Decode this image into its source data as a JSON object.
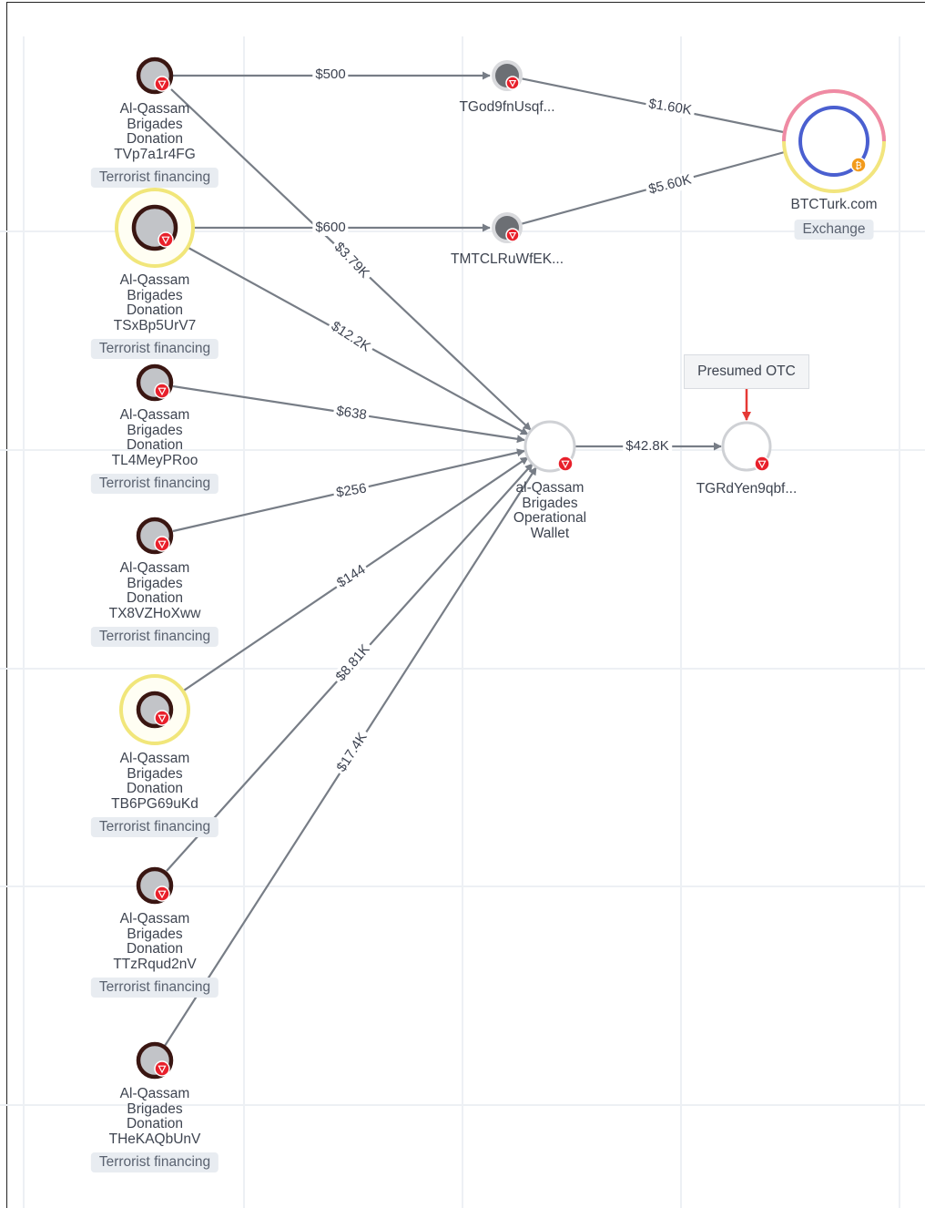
{
  "donors": [
    {
      "id": "d1",
      "label": [
        "Al-Qassam",
        "Brigades",
        "Donation",
        "TVp7a1r4FG"
      ],
      "tag": "Terrorist financing",
      "highlighted": false
    },
    {
      "id": "d2",
      "label": [
        "Al-Qassam",
        "Brigades",
        "Donation",
        "TSxBp5UrV7"
      ],
      "tag": "Terrorist financing",
      "highlighted": true
    },
    {
      "id": "d3",
      "label": [
        "Al-Qassam",
        "Brigades",
        "Donation",
        "TL4MeyPRoo"
      ],
      "tag": "Terrorist financing",
      "highlighted": false
    },
    {
      "id": "d4",
      "label": [
        "Al-Qassam",
        "Brigades",
        "Donation",
        "TX8VZHoXww"
      ],
      "tag": "Terrorist financing",
      "highlighted": false
    },
    {
      "id": "d5",
      "label": [
        "Al-Qassam",
        "Brigades",
        "Donation",
        "TB6PG69uKd"
      ],
      "tag": "Terrorist financing",
      "highlighted": true
    },
    {
      "id": "d6",
      "label": [
        "Al-Qassam",
        "Brigades",
        "Donation",
        "TTzRqud2nV"
      ],
      "tag": "Terrorist financing",
      "highlighted": false
    },
    {
      "id": "d7",
      "label": [
        "Al-Qassam",
        "Brigades",
        "Donation",
        "THeKAQbUnV"
      ],
      "tag": "Terrorist financing",
      "highlighted": false
    }
  ],
  "intermediates": [
    {
      "id": "i1",
      "label": "TGod9fnUsqf..."
    },
    {
      "id": "i2",
      "label": "TMTCLRuWfEK..."
    }
  ],
  "operational_wallet": {
    "id": "ow",
    "label": [
      "al-Qassam",
      "Brigades",
      "Operational",
      "Wallet"
    ]
  },
  "otc_wallet": {
    "id": "otc",
    "label": "TGRdYen9qbf..."
  },
  "exchange": {
    "id": "ex",
    "label": "BTCTurk.com",
    "tag": "Exchange"
  },
  "callout": {
    "text": "Presumed OTC"
  },
  "edges": [
    {
      "from": "d1",
      "to": "i1",
      "amount": "$500"
    },
    {
      "from": "d2",
      "to": "i2",
      "amount": "$600"
    },
    {
      "from": "i1",
      "to": "ex",
      "amount": "$1.60K"
    },
    {
      "from": "i2",
      "to": "ex",
      "amount": "$5.60K"
    },
    {
      "from": "d1",
      "to": "ow",
      "amount": "$3.79K"
    },
    {
      "from": "d2",
      "to": "ow",
      "amount": "$12.2K"
    },
    {
      "from": "d3",
      "to": "ow",
      "amount": "$638"
    },
    {
      "from": "d4",
      "to": "ow",
      "amount": "$256"
    },
    {
      "from": "d5",
      "to": "ow",
      "amount": "$144"
    },
    {
      "from": "d6",
      "to": "ow",
      "amount": "$8.81K"
    },
    {
      "from": "d7",
      "to": "ow",
      "amount": "$17.4K"
    },
    {
      "from": "ow",
      "to": "otc",
      "amount": "$42.8K"
    }
  ],
  "colors": {
    "edge": "#777d86",
    "node_ring": "#3a1612",
    "node_fill": "#c2c4c8",
    "tron_badge": "#e8202b",
    "highlight_ring": "#f1e67a",
    "exchange_outer_pink": "#ef8aa5",
    "exchange_outer_yellow": "#f2e57e",
    "exchange_inner": "#4a5fd0",
    "btc_badge": "#f29a1b",
    "callout_arrow": "#e53935"
  }
}
